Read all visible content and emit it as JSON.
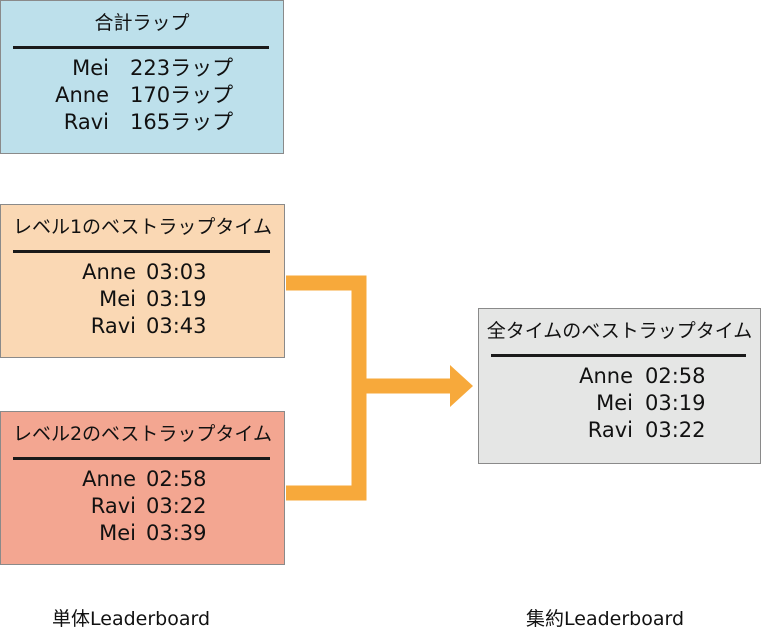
{
  "boards": {
    "total": {
      "title": "合計ラップ",
      "rows": [
        {
          "name": "Mei",
          "value": "223ラップ"
        },
        {
          "name": "Anne",
          "value": "170ラップ"
        },
        {
          "name": "Ravi",
          "value": "165ラップ"
        }
      ]
    },
    "level1": {
      "title": "レベル1のベストラップタイム",
      "rows": [
        {
          "name": "Anne",
          "value": "03:03"
        },
        {
          "name": "Mei",
          "value": "03:19"
        },
        {
          "name": "Ravi",
          "value": "03:43"
        }
      ]
    },
    "level2": {
      "title": "レベル2のベストラップタイム",
      "rows": [
        {
          "name": "Anne",
          "value": "02:58"
        },
        {
          "name": "Ravi",
          "value": "03:22"
        },
        {
          "name": "Mei",
          "value": "03:39"
        }
      ]
    },
    "all_time": {
      "title": "全タイムのベストラップタイム",
      "rows": [
        {
          "name": "Anne",
          "value": "02:58"
        },
        {
          "name": "Mei",
          "value": "03:19"
        },
        {
          "name": "Ravi",
          "value": "03:22"
        }
      ]
    }
  },
  "captions": {
    "single": "単体Leaderboard",
    "aggregate": "集約Leaderboard"
  },
  "colors": {
    "total_bg": "#bde0eb",
    "level1_bg": "#fad8b4",
    "level2_bg": "#f3a691",
    "all_time_bg": "#e5e6e5",
    "arrow": "#f7a93b"
  }
}
